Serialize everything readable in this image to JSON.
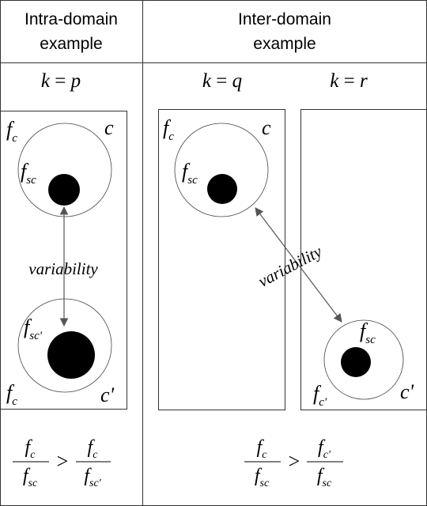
{
  "header": {
    "intra_line1": "Intra-domain",
    "intra_line2": "example",
    "inter_line1": "Inter-domain",
    "inter_line2": "example"
  },
  "k_labels": {
    "p": {
      "k": "k",
      "eq": " = ",
      "v": "p"
    },
    "q": {
      "k": "k",
      "eq": " = ",
      "v": "q"
    },
    "r": {
      "k": "k",
      "eq": " = ",
      "v": "r"
    }
  },
  "intra": {
    "top_fc_main": "f",
    "top_fc_sub": "c",
    "top_c": "c",
    "top_fsc_main": "f",
    "top_fsc_sub": "sc",
    "variability": "variability",
    "bot_fsc_main": "f",
    "bot_fsc_sub": "sc'",
    "bot_fc_main": "f",
    "bot_fc_sub": "c",
    "bot_c": "c'"
  },
  "inter": {
    "q_fc_main": "f",
    "q_fc_sub": "c",
    "q_c": "c",
    "q_fsc_main": "f",
    "q_fsc_sub": "sc",
    "variability": "variability",
    "r_fsc_main": "f",
    "r_fsc_sub": "sc",
    "r_fc_main": "f",
    "r_fc_sub": "c'",
    "r_c": "c'"
  },
  "formula_left": {
    "n1_main": "f",
    "n1_sub": "c",
    "d1_main": "f",
    "d1_sub": "sc",
    "op": ">",
    "n2_main": "f",
    "n2_sub": "c",
    "d2_main": "f",
    "d2_sub": "sc'"
  },
  "formula_right": {
    "n1_main": "f",
    "n1_sub": "c",
    "d1_main": "f",
    "d1_sub": "sc",
    "op": ">",
    "n2_main": "f",
    "n2_sub": "c'",
    "d2_main": "f",
    "d2_sub": "sc"
  },
  "colors": {
    "line": "#333333",
    "fill_dark": "#000000",
    "arrow": "#555555"
  }
}
